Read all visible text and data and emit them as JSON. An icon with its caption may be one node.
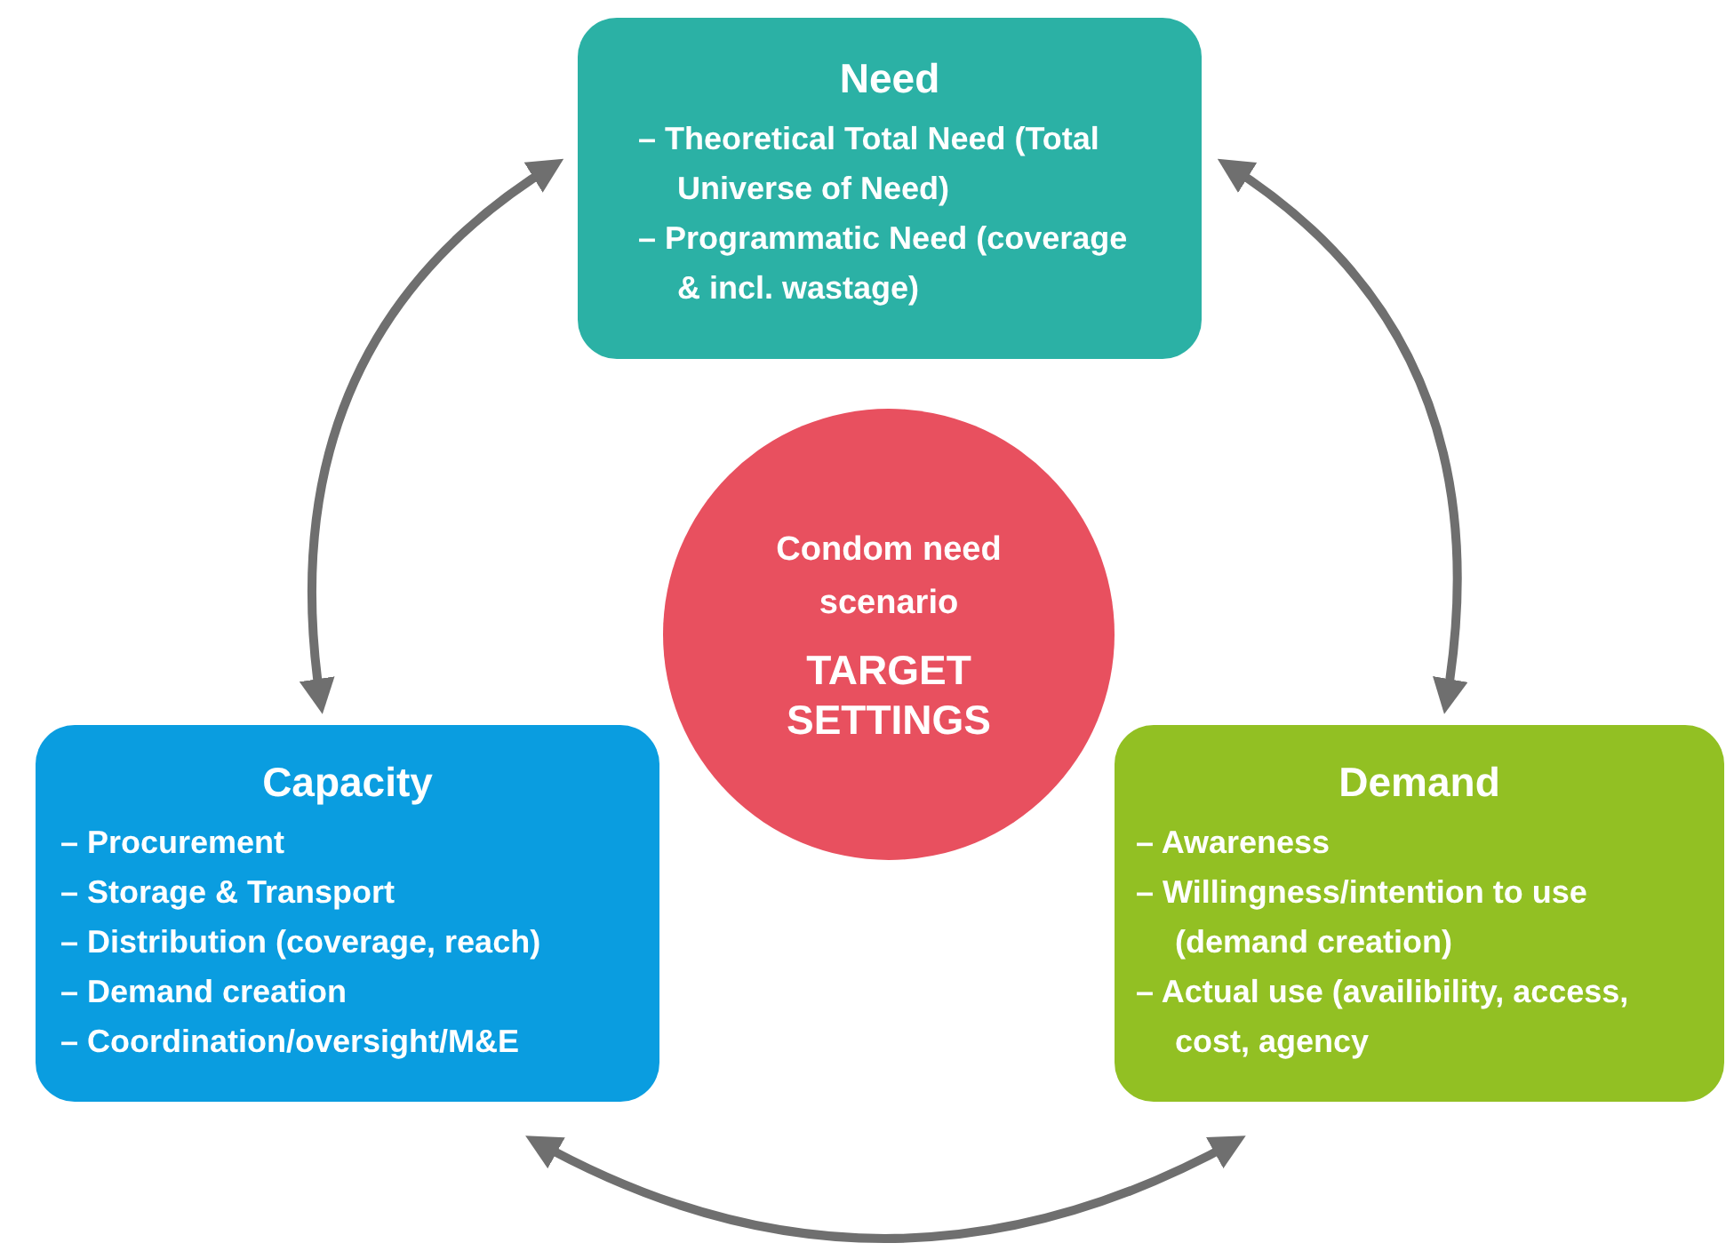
{
  "diagram": {
    "nodes": [
      {
        "text": [
          "Need",
          "– Theoretical Total Need (Total Universe of Need)",
          "– Programmatic Need (coverage & incl. wastage)"
        ]
      },
      {
        "text": [
          "Condom need scenario",
          "TARGET SETTINGS"
        ]
      },
      {
        "text": [
          "Capacity",
          "– Procurement",
          "– Storage & Transport",
          "– Distribution (coverage, reach)",
          "– Demand creation",
          "– Coordination/oversight/M&E"
        ]
      },
      {
        "text": [
          "Demand",
          "– Awareness",
          "– Willingness/intention to use (demand creation)",
          "– Actual use (availibility, access, cost, agency"
        ]
      }
    ],
    "edges": [
      {
        "from": 2,
        "to": 0,
        "arrow": "both"
      },
      {
        "from": 0,
        "to": 3,
        "arrow": "both"
      },
      {
        "from": 2,
        "to": 3,
        "arrow": "both"
      }
    ]
  }
}
